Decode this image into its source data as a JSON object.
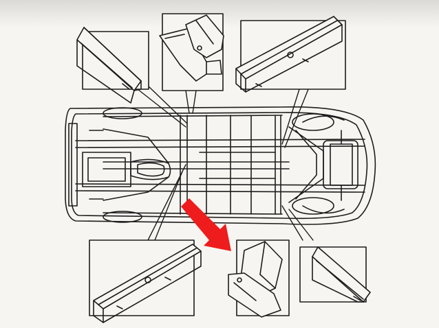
{
  "diagram": {
    "colors": {
      "background": "#f7f5f1",
      "ink": "#1c1c1c",
      "callout_arrow": "#ee1c1c"
    },
    "callouts": [
      "front-left-rail-part",
      "front-crossmember-bracket-part",
      "front-right-rail-part",
      "rear-left-rail-part",
      "rear-outrigger-bracket-part",
      "rear-right-rail-part"
    ],
    "highlighted_callout": "rear-outrigger-bracket-part"
  }
}
